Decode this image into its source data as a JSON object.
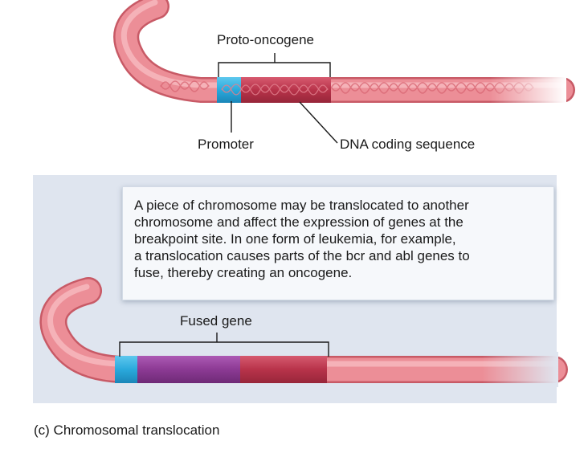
{
  "labels": {
    "proto_oncogene": "Proto-oncogene",
    "promoter": "Promoter",
    "dna_coding_sequence": "DNA coding sequence",
    "fused_gene": "Fused gene"
  },
  "info_text": [
    "A piece of chromosome may be translocated to another",
    "chromosome and affect the expression of genes at the",
    "breakpoint site. In one form of leukemia, for example,",
    "a translocation causes parts of the bcr and abl genes to",
    "fuse, thereby creating an oncogene."
  ],
  "caption": "(c) Chromosomal translocation",
  "colors": {
    "chromosome": "#e87f88",
    "chromosome_dark": "#c85a66",
    "promoter": "#2aa9dc",
    "coding_sequence": "#b8334a",
    "fused_purple": "#8c3a94",
    "panel_background": "#dfe5ef"
  }
}
